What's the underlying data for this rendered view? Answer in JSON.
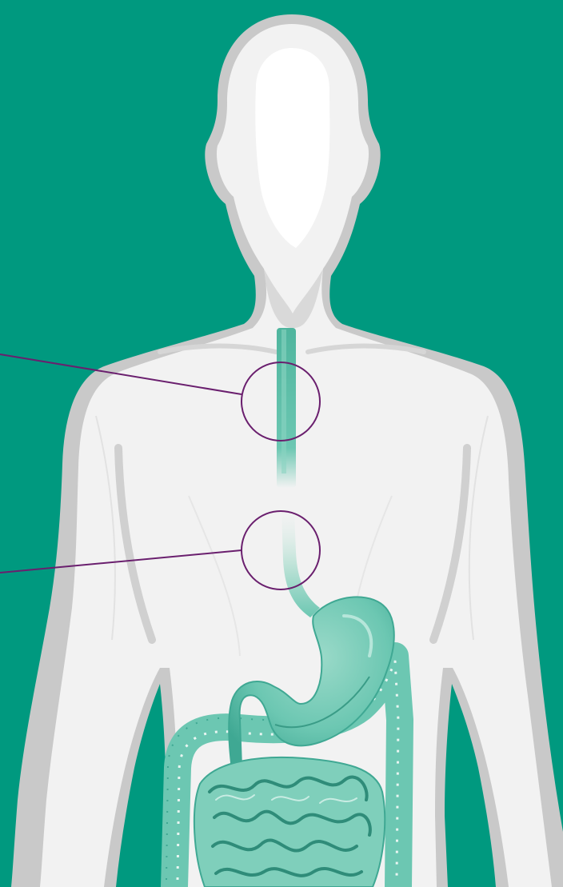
{
  "diagram": {
    "background_color": "#00997f",
    "body_color": "#f2f2f2",
    "body_shade_color": "#c9c9c9",
    "organ_color": "#6cc7b2",
    "organ_dark_color": "#3fa893",
    "callout_color": "#6a1f6e",
    "callouts": [
      {
        "target": "esophagus"
      },
      {
        "target": "lower-esophageal-junction"
      }
    ],
    "icons": [
      "body-silhouette",
      "esophagus",
      "stomach",
      "small-intestine",
      "large-intestine"
    ]
  }
}
